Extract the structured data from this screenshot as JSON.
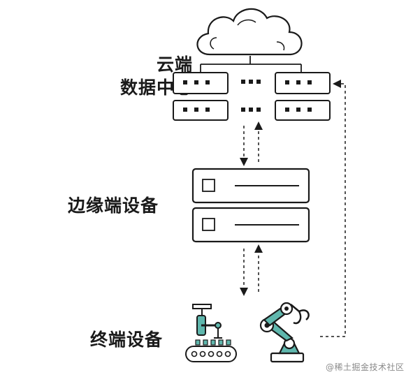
{
  "labels": {
    "cloud_line1": "云端",
    "cloud_line2": "数据中心",
    "edge": "边缘端设备",
    "terminal": "终端设备"
  },
  "watermark": "@稀土掘金技术社区",
  "colors": {
    "ink": "#1a1a1a",
    "teal": "#5fb7ad",
    "server_fill": "#ffffff"
  },
  "icons": {
    "cloud": "cloud-icon",
    "server_rack": "server-rack-icon",
    "edge_server": "edge-server-icon",
    "conveyor_robot": "conveyor-robot-icon",
    "robot_arm": "robot-arm-icon"
  }
}
